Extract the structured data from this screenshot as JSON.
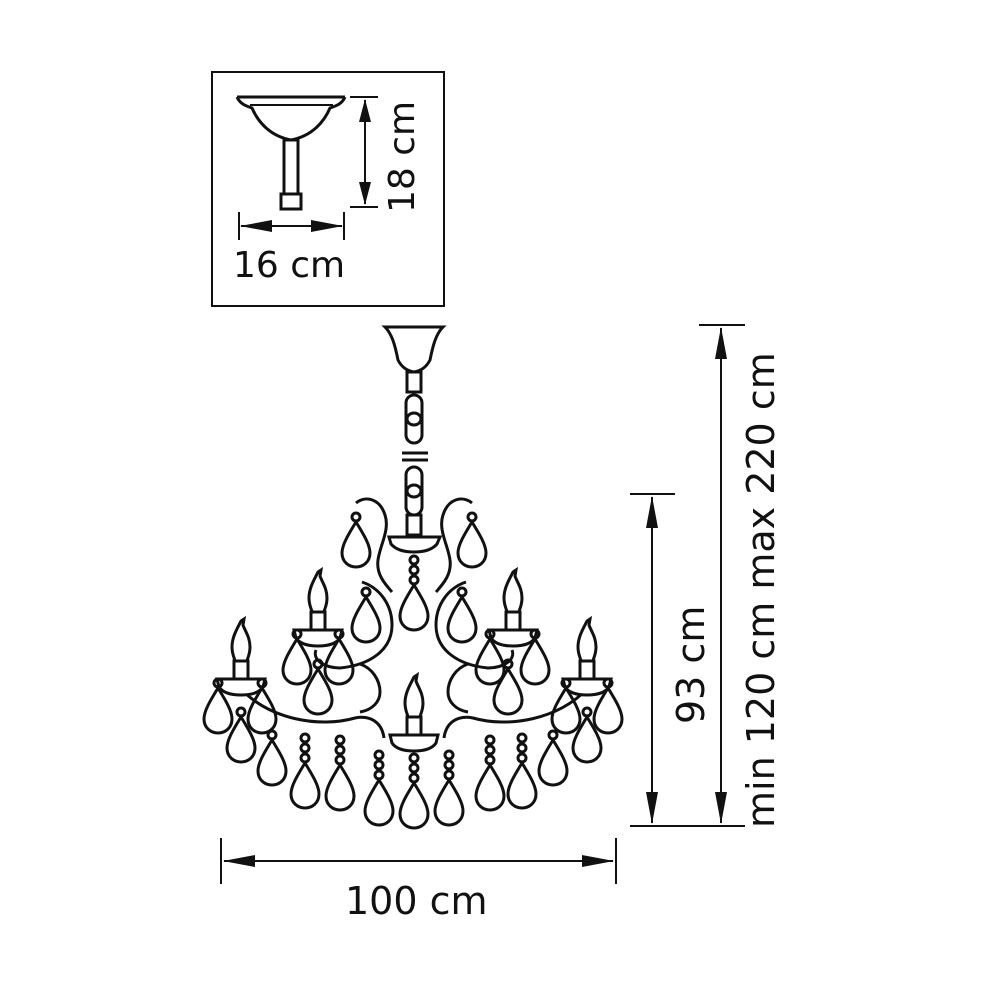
{
  "diagram": {
    "type": "product-dimension-drawing",
    "subject": "chandelier",
    "colors": {
      "line": "#111111",
      "background": "#ffffff"
    },
    "inset": {
      "title": "ceiling canopy detail",
      "height_label": "18 cm",
      "width_label": "16 cm"
    },
    "dimensions": {
      "width_label": "100 cm",
      "body_height_label": "93 cm",
      "total_height_label": "min 120 cm max 220 cm"
    },
    "fixture": {
      "lower_tier_candles": 4,
      "upper_tier_candles": 0,
      "center_candle": 1,
      "total_candles": 5
    }
  }
}
